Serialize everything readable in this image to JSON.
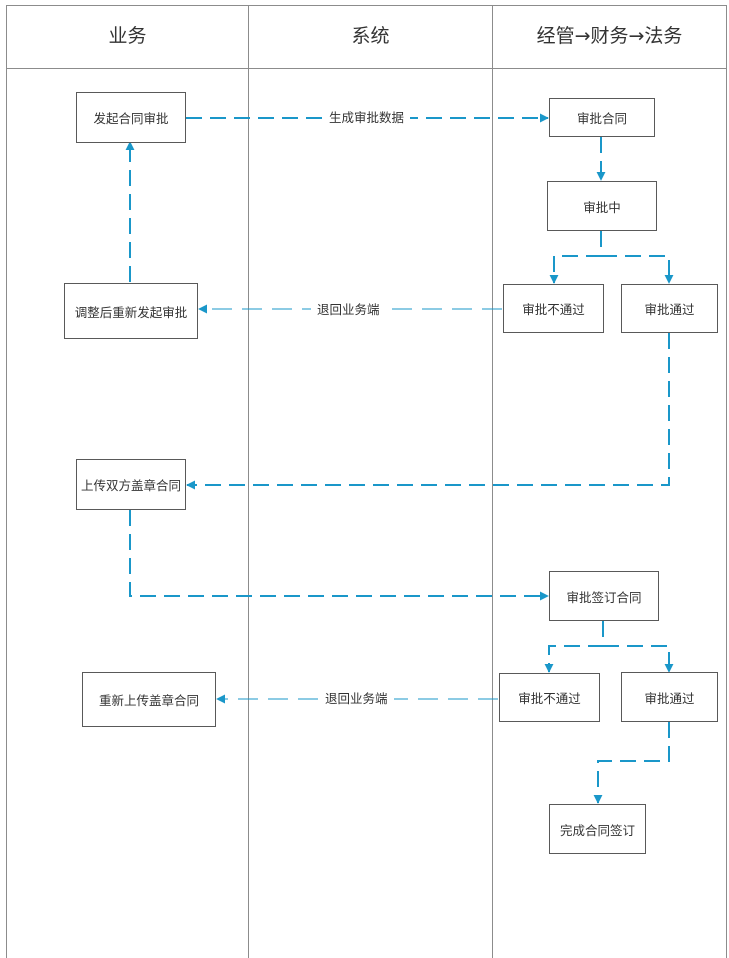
{
  "lanes": {
    "business": "业务",
    "system": "系统",
    "approval": "经管→财务→法务"
  },
  "nodes": {
    "initiate": "发起合同审批",
    "approve_contract": "审批合同",
    "in_approval": "审批中",
    "reject_1": "审批不通过",
    "pass_1": "审批通过",
    "readjust": "调整后重新发起审批",
    "upload_sealed": "上传双方盖章合同",
    "approve_signing": "审批签订合同",
    "reject_2": "审批不通过",
    "pass_2": "审批通过",
    "reupload": "重新上传盖章合同",
    "complete": "完成合同签订"
  },
  "edge_labels": {
    "generate_data": "生成审批数据",
    "return_1": "退回业务端",
    "return_2": "退回业务端"
  },
  "colors": {
    "flow": "#1a97c9",
    "border": "#595959",
    "lane_line": "#8c8c8c"
  }
}
